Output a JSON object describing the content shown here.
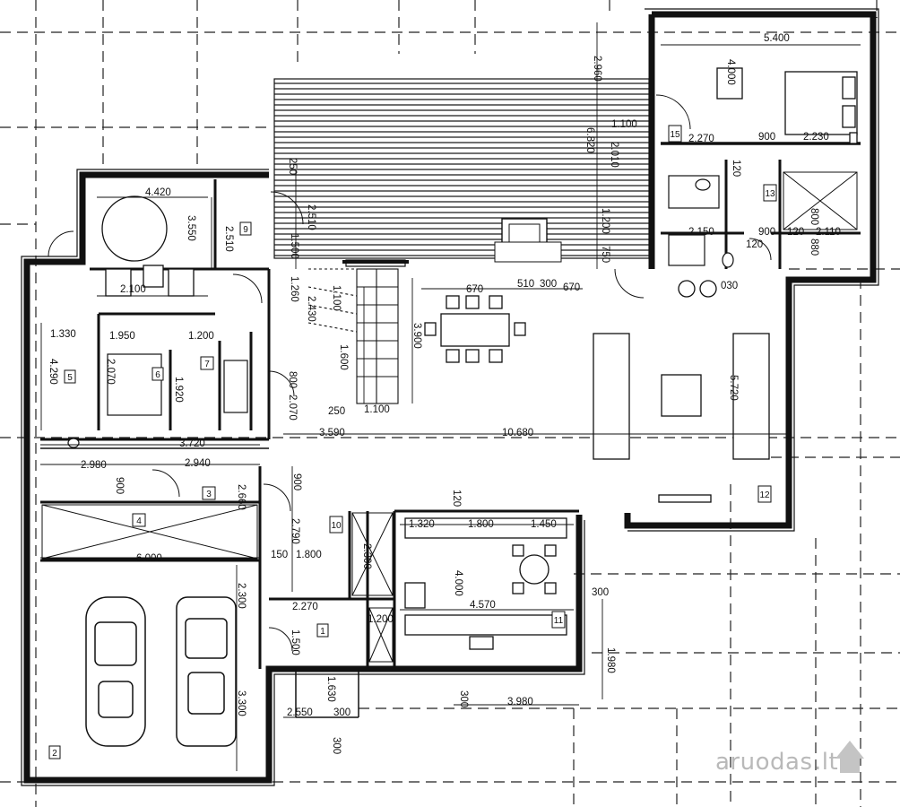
{
  "watermark": {
    "text": "aruodas",
    "suffix": ".lt",
    "logo_color": "#c4c4c4"
  },
  "colors": {
    "line": "#111111",
    "wall_fill": "#ffffff",
    "background": "#ffffff",
    "hatch": "#222222"
  },
  "room_numbers": {
    "r1": "1",
    "r2": "2",
    "r3": "3",
    "r4": "4",
    "r5": "5",
    "r6": "6",
    "r7": "7",
    "r9": "9",
    "r10": "10",
    "r11": "11",
    "r12": "12",
    "r13": "13",
    "r15": "15"
  },
  "dimensions": {
    "d5400": "5.400",
    "d4000a": "4.000",
    "d2960": "2.960",
    "d1100a": "1.100",
    "d2270a": "2.270",
    "d900a": "900",
    "d2230": "2.230",
    "d15": "15",
    "d6820": "6.820",
    "d2010": "2.010",
    "d4420": "4.420",
    "d3550": "3.550",
    "d2510a": "2.510",
    "d2510b": "2.510",
    "d1500": "1.500",
    "d1200a": "1.200",
    "d750": "750",
    "d250a": "250",
    "d670a": "670",
    "d510": "510",
    "d300a": "300",
    "d670b": "670",
    "d2150": "2.150",
    "d2110": "2.110",
    "d030": "030",
    "d900b": "900",
    "d120a": "120",
    "d120b": "120",
    "d880": "880",
    "d800a": "800",
    "d2100": "2.100",
    "d1260": "1.260",
    "d2430": "2.430",
    "d1100b": "1.100",
    "d1600": "1.600",
    "d3900": "3.900",
    "d1330": "1.330",
    "d4290": "4.290",
    "d1950": "1.950",
    "d2070a": "2.070",
    "d1200b": "1.200",
    "d1920": "1.920",
    "d800b": "800",
    "d2070b": "2.070",
    "d250b": "250",
    "d1100c": "1.100",
    "d3590": "3.590",
    "d10680": "10.680",
    "d5720": "5.720",
    "d3720": "3.720",
    "d2980": "2.980",
    "d2940": "2.940",
    "d900c": "900",
    "d2660": "2.660",
    "d900d": "900",
    "d6000": "6.000",
    "d2790": "2.790",
    "d150": "150",
    "d1800a": "1.800",
    "d1320": "1.320",
    "d1800b": "1.800",
    "d1450": "1.450",
    "d2300a": "2.300",
    "d4000b": "4.000",
    "d4570": "4.570",
    "d2300b": "2.300",
    "d2270b": "2.270",
    "d1200c": "1.200",
    "d1500b": "1.500",
    "d300b": "300",
    "d1980": "1.980",
    "d3980": "3.980",
    "d300c": "300",
    "d1630": "1.630",
    "d2550": "2.550",
    "d300d": "300",
    "d300e": "300",
    "d3300": "3.300",
    "d120c": "120",
    "d120d": "120"
  }
}
